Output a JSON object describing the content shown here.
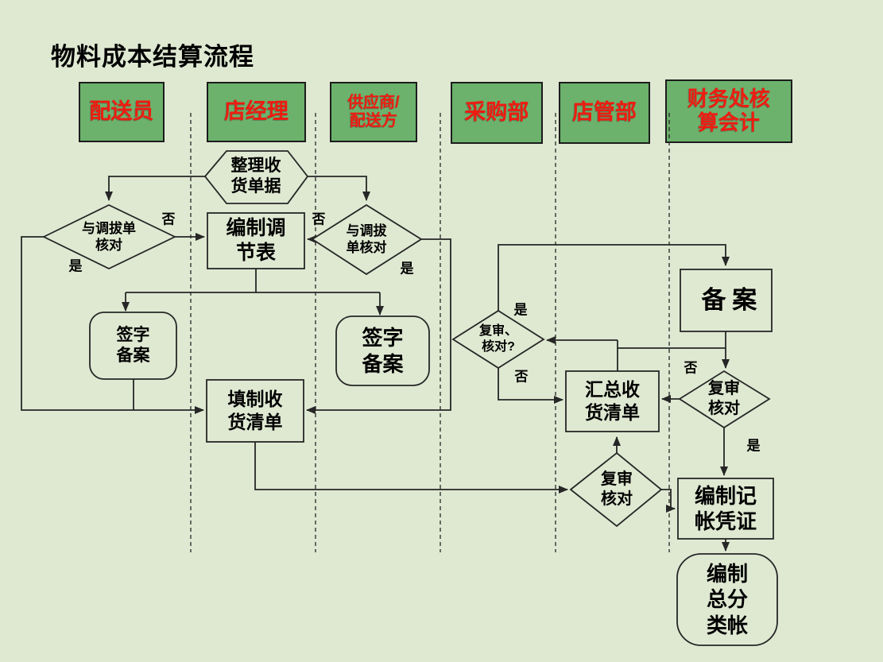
{
  "title": "物料成本结算流程",
  "colors": {
    "background": "#dfe9d2",
    "lane_header_fill": "#6cb26c",
    "lane_header_text": "#ee1c10",
    "line": "#262626"
  },
  "lanes": [
    {
      "label": "配送员"
    },
    {
      "label": "店经理"
    },
    {
      "label": "供应商/\n配送方"
    },
    {
      "label": "采购部"
    },
    {
      "label": "店管部"
    },
    {
      "label": "财务处核\n算会计"
    }
  ],
  "nodes": {
    "organize_receipts": {
      "shape": "hexagon",
      "label": "整理收\n货单据"
    },
    "check_transfer_left": {
      "shape": "diamond",
      "label": "与调拔单\n核对"
    },
    "prepare_adjustment": {
      "shape": "rect",
      "label": "编制调\n节表"
    },
    "check_transfer_right": {
      "shape": "diamond",
      "label": "与调拔\n单核对"
    },
    "sign_file_left": {
      "shape": "rounded-rect",
      "label": "签字\n备案"
    },
    "sign_file_right": {
      "shape": "rounded-rect",
      "label": "签字\n备案"
    },
    "fill_receiving_list": {
      "shape": "rect",
      "label": "填制收\n货清单"
    },
    "filing": {
      "shape": "rect",
      "label": "备案"
    },
    "review_check_question": {
      "shape": "diamond",
      "label": "复审、\n核对?"
    },
    "summary_receiving_list": {
      "shape": "rect",
      "label": "汇总收\n货清单"
    },
    "review_check_finance": {
      "shape": "diamond",
      "label": "复审\n核对"
    },
    "review_check_store": {
      "shape": "diamond",
      "label": "复审\n核对"
    },
    "prepare_voucher": {
      "shape": "rect",
      "label": "编制记\n帐凭证"
    },
    "prepare_general_ledger": {
      "shape": "rounded-rect",
      "label": "编制\n总分\n类帐"
    }
  },
  "edge_labels": {
    "left_diamond_no": "否",
    "left_diamond_yes": "是",
    "right_diamond_no": "否",
    "right_diamond_yes": "是",
    "review_q_yes": "是",
    "review_q_no": "否",
    "finance_no": "否",
    "finance_yes": "是"
  }
}
